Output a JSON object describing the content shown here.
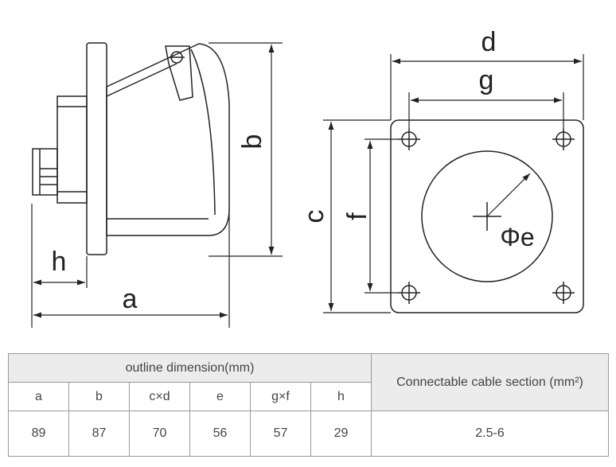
{
  "labels": {
    "a": "a",
    "b": "b",
    "c": "c",
    "d": "d",
    "f": "f",
    "g": "g",
    "h": "h",
    "phi_e": "Φe"
  },
  "table": {
    "group_header": "outline dimension(mm)",
    "cable_header": "Connectable cable section (mm²)",
    "columns": [
      "a",
      "b",
      "c×d",
      "e",
      "g×f",
      "h"
    ],
    "values": [
      "89",
      "87",
      "70",
      "56",
      "57",
      "29"
    ],
    "cable_value": "2.5-6"
  },
  "colors": {
    "line": "#222222",
    "table_border": "#9a9a9a",
    "table_header_bg": "#ececec"
  }
}
